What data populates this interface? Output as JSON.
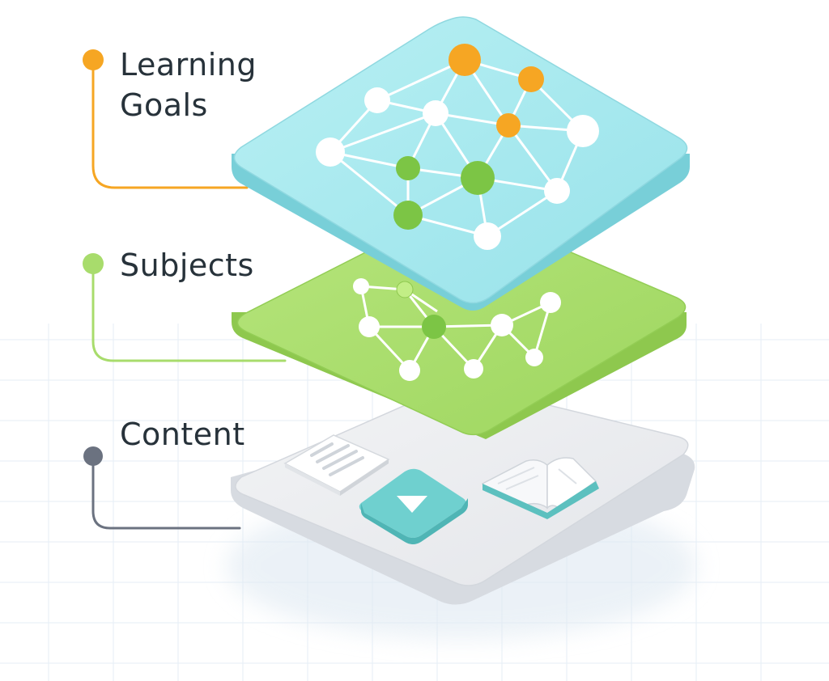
{
  "layers": {
    "goals": {
      "label_line1": "Learning",
      "label_line2": "Goals",
      "color": "#f59e0b"
    },
    "subjects": {
      "label": "Subjects",
      "color": "#9bd463"
    },
    "content": {
      "label": "Content",
      "color": "#6b7280"
    }
  },
  "colors": {
    "goals_layer": "#a8e8ee",
    "subjects_layer": "#a8dc6c",
    "content_layer": "#eceef2",
    "accent_node": "#f6a623",
    "green_node": "#7cc545",
    "white_node": "#ffffff",
    "video_tile": "#6fd0cf"
  },
  "icons": [
    "document-icon",
    "play-video-icon",
    "open-book-icon"
  ]
}
